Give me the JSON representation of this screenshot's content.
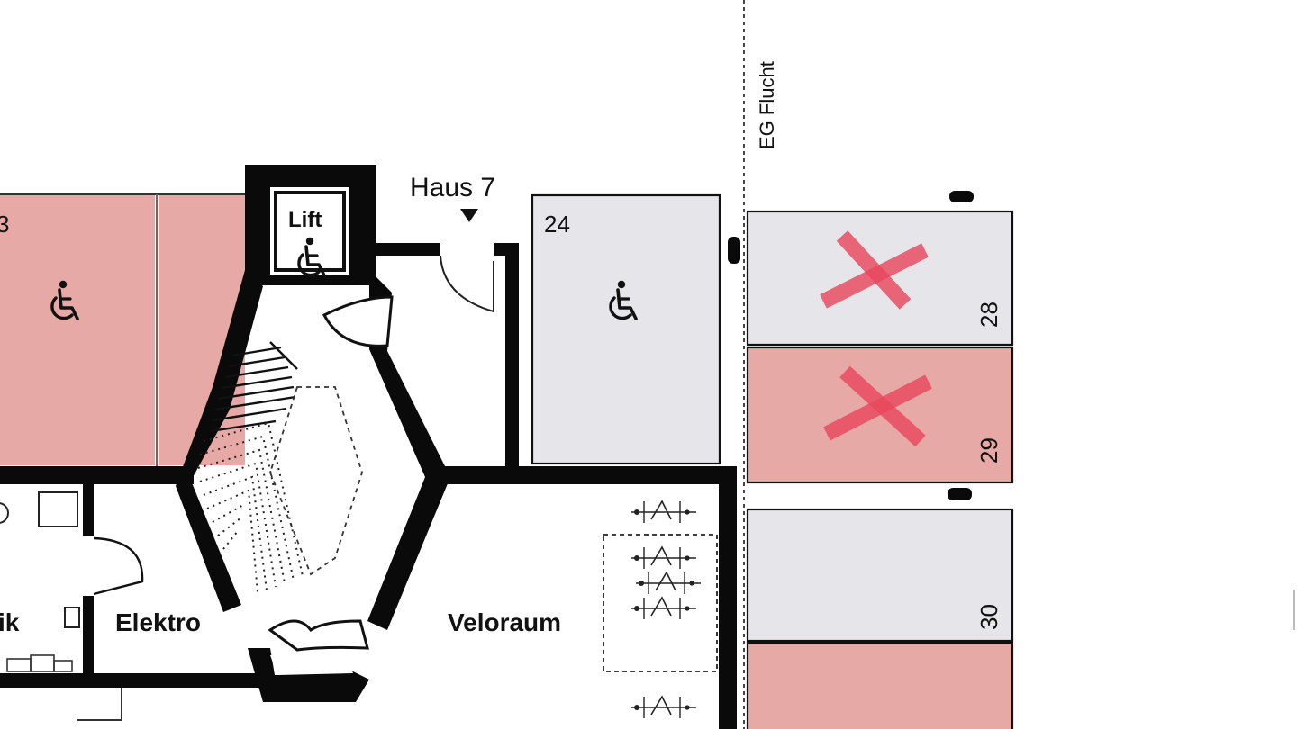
{
  "colors": {
    "pink": "#e7a9a5",
    "grey": "#e6e6ea",
    "wall": "#0a0a0a",
    "cross": "#e8475e"
  },
  "labels": {
    "haus": "Haus 7",
    "lift": "Lift",
    "eg_flucht": "EG Flucht",
    "elektro": "Elektro",
    "veloraum": "Veloraum",
    "left_room_partial": "ik",
    "left_spot_partial": "3"
  },
  "spots": [
    {
      "number": "24",
      "state": "accessible"
    },
    {
      "number": "28",
      "state": "unavailable"
    },
    {
      "number": "29",
      "state": "unavailable"
    },
    {
      "number": "30",
      "state": "free"
    }
  ],
  "icons": [
    "wheelchair-icon",
    "unavailable-cross-icon",
    "bicycle-icon",
    "door-arrow-icon"
  ]
}
